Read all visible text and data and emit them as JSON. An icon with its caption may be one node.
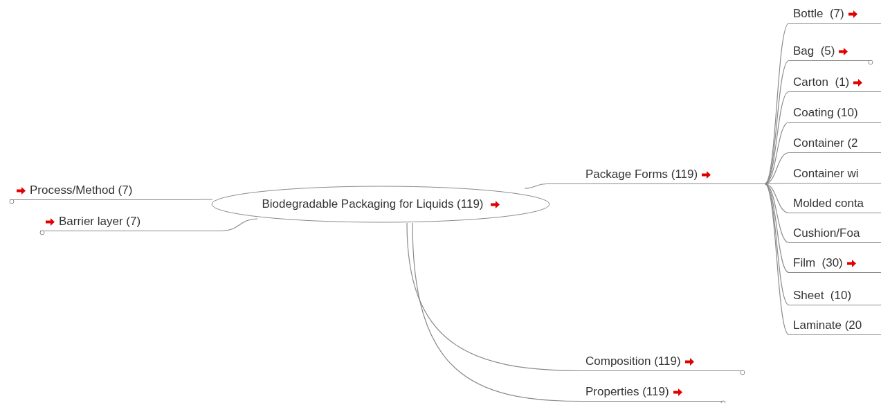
{
  "diagram": {
    "nodes": [
      {
        "text": [
          "Biodegradable Packaging for Liquids (119)"
        ]
      },
      {
        "text": [
          "Process/Method (7)"
        ]
      },
      {
        "text": [
          "Barrier layer (7)"
        ]
      },
      {
        "text": [
          "Package Forms (119)"
        ]
      },
      {
        "text": [
          "Composition (119)"
        ]
      },
      {
        "text": [
          "Properties (119)"
        ]
      },
      {
        "text": [
          "Bottle  (7)"
        ]
      },
      {
        "text": [
          "Bag  (5)"
        ]
      },
      {
        "text": [
          "Carton  (1)"
        ]
      },
      {
        "text": [
          "Coating (10)"
        ]
      },
      {
        "text": [
          "Container (2"
        ]
      },
      {
        "text": [
          "Container wi"
        ]
      },
      {
        "text": [
          "Molded conta"
        ]
      },
      {
        "text": [
          "Cushion/Foa"
        ]
      },
      {
        "text": [
          "Film  (30)"
        ]
      },
      {
        "text": [
          "Sheet  (10)"
        ]
      },
      {
        "text": [
          "Laminate (20"
        ]
      }
    ],
    "edges": [
      {
        "from": 0,
        "to": 1,
        "arrow": "none"
      },
      {
        "from": 0,
        "to": 2,
        "arrow": "none"
      },
      {
        "from": 0,
        "to": 3,
        "arrow": "none"
      },
      {
        "from": 0,
        "to": 4,
        "arrow": "none"
      },
      {
        "from": 0,
        "to": 5,
        "arrow": "none"
      },
      {
        "from": 3,
        "to": 6,
        "arrow": "none"
      },
      {
        "from": 3,
        "to": 7,
        "arrow": "none"
      },
      {
        "from": 3,
        "to": 8,
        "arrow": "none"
      },
      {
        "from": 3,
        "to": 9,
        "arrow": "none"
      },
      {
        "from": 3,
        "to": 10,
        "arrow": "none"
      },
      {
        "from": 3,
        "to": 11,
        "arrow": "none"
      },
      {
        "from": 3,
        "to": 12,
        "arrow": "none"
      },
      {
        "from": 3,
        "to": 13,
        "arrow": "none"
      },
      {
        "from": 3,
        "to": 14,
        "arrow": "none"
      },
      {
        "from": 3,
        "to": 15,
        "arrow": "none"
      },
      {
        "from": 3,
        "to": 16,
        "arrow": "none"
      }
    ]
  }
}
